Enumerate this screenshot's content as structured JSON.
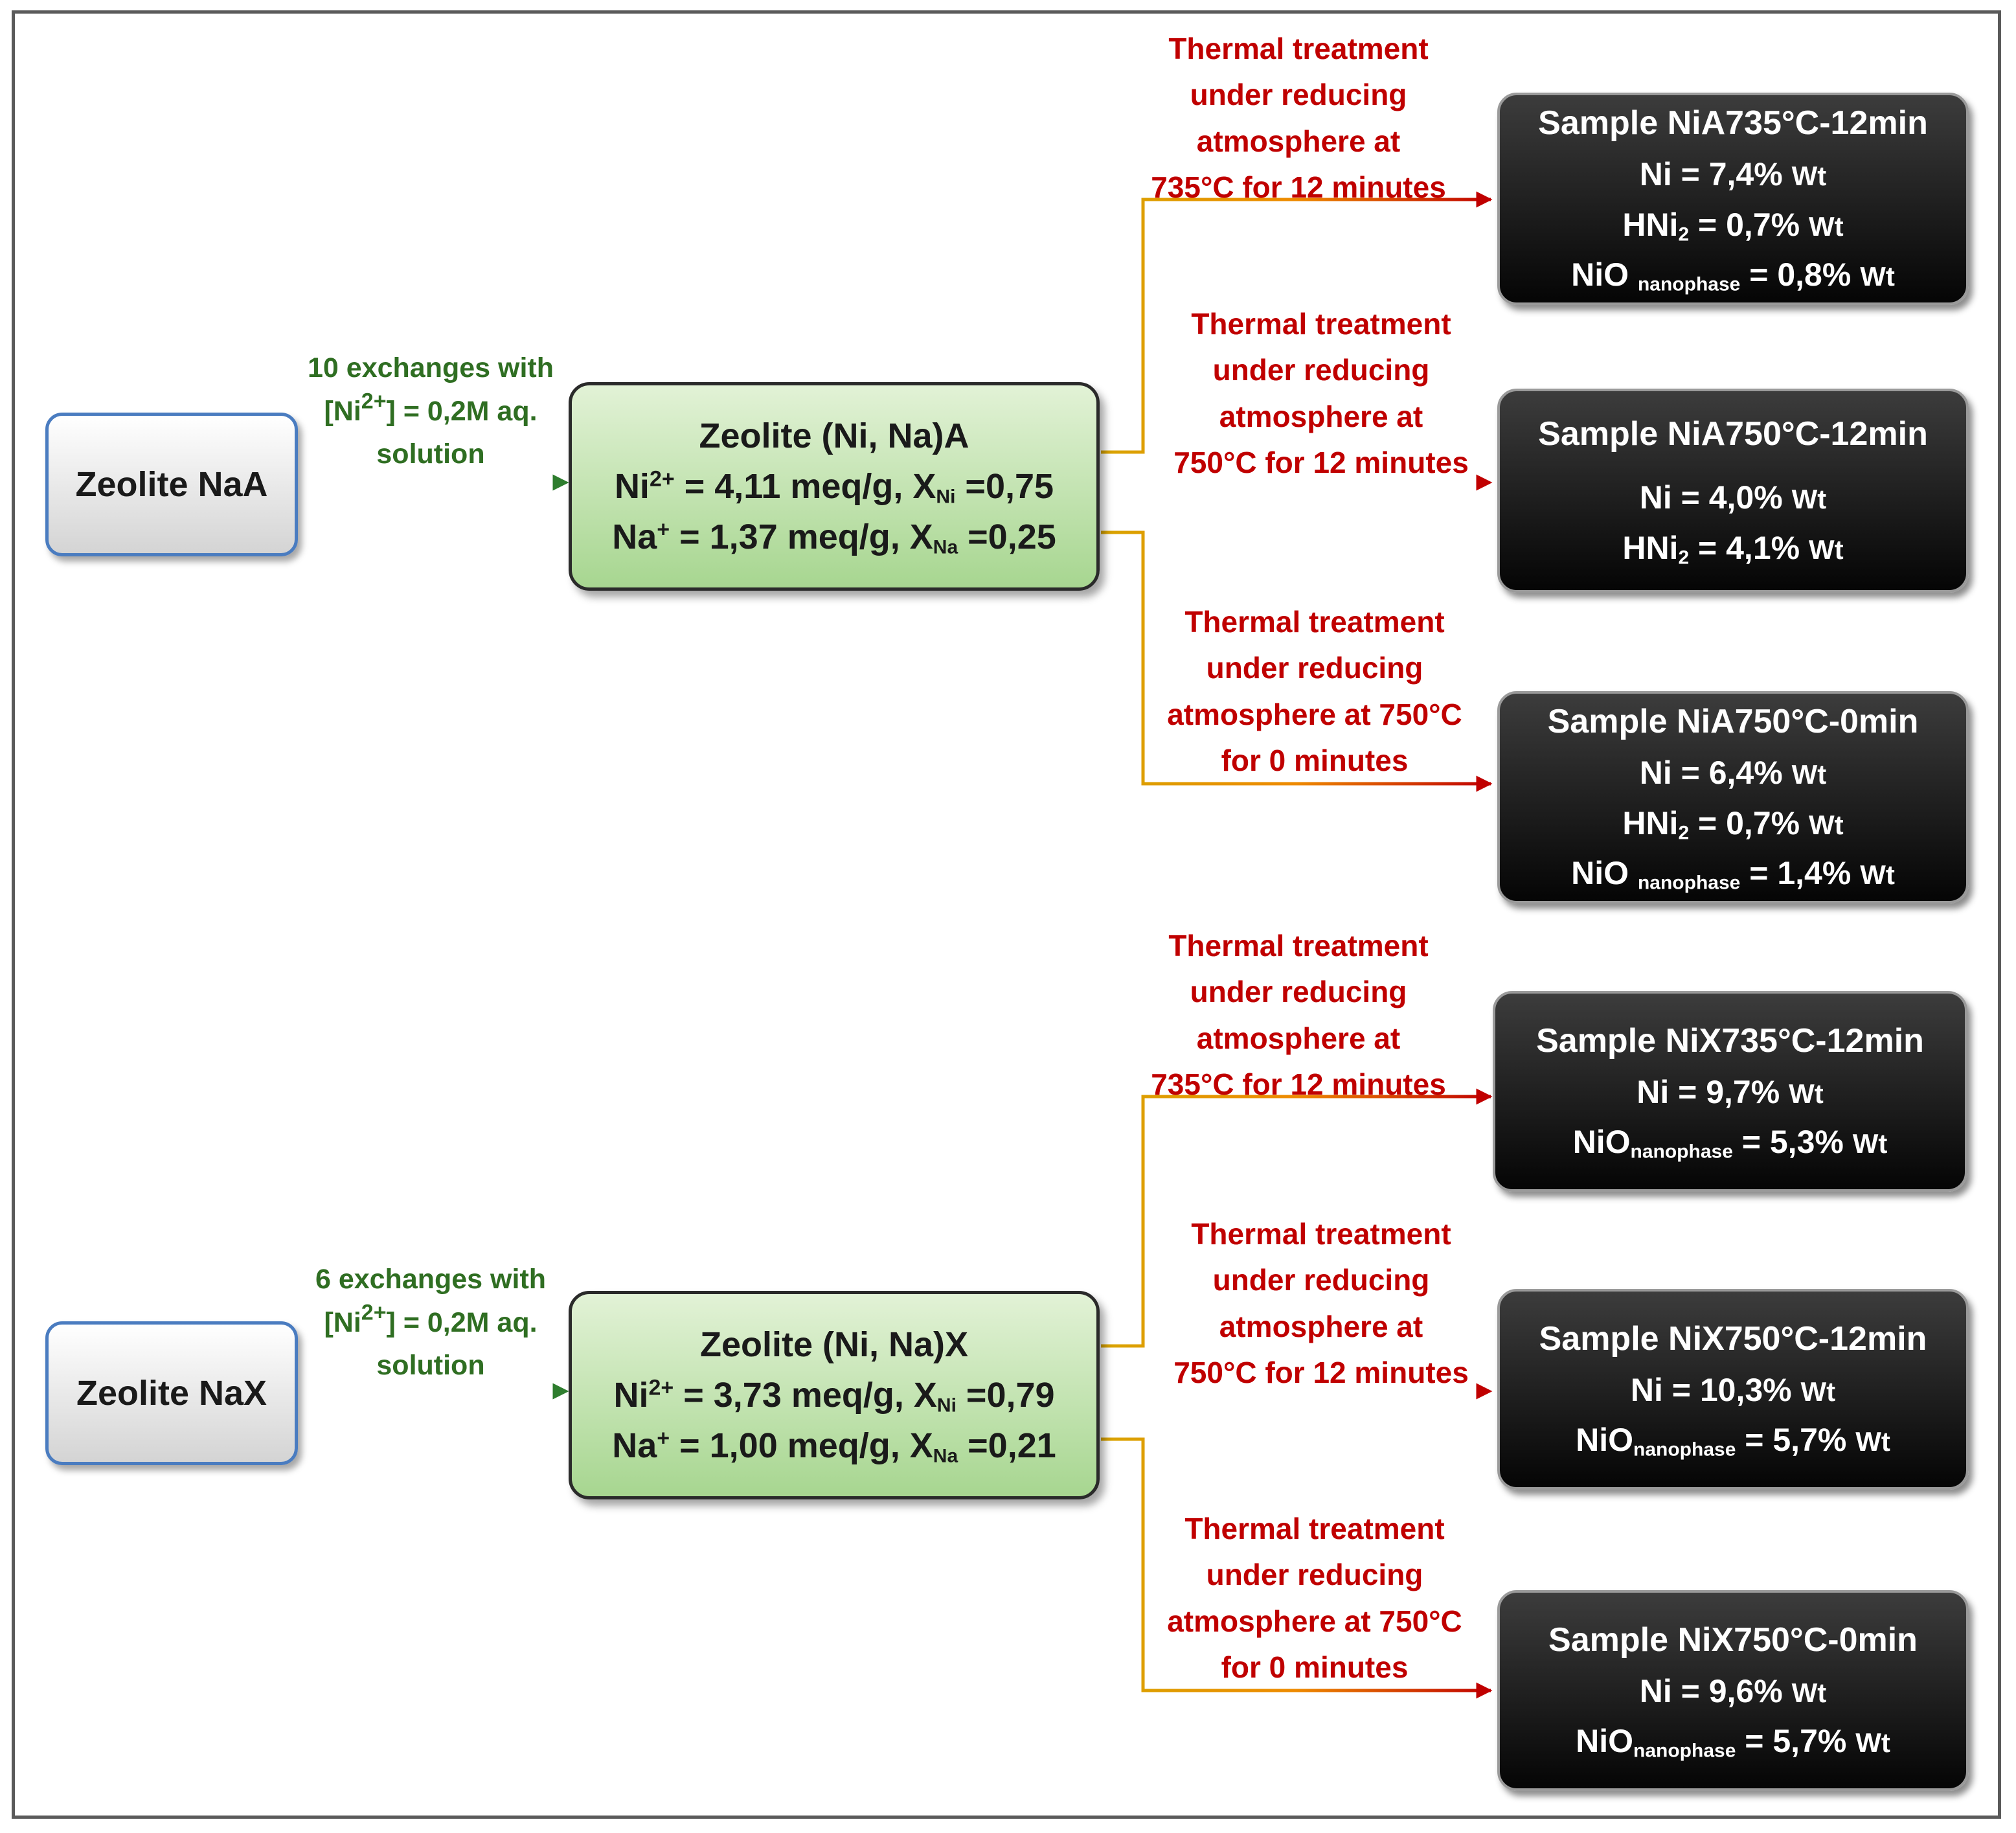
{
  "colors": {
    "exchange_text": "#2f6e22",
    "thermal_text": "#c00000",
    "source_border": "#4a7cc0",
    "zeolite_fill": "#a7d690",
    "result_fill": "#050505",
    "link_blue": "#4a86d0",
    "link_green": "#2e7d2e",
    "link_gold": "#d9a400",
    "link_orange": "#ee8a00",
    "link_red": "#c00000"
  },
  "sources": [
    {
      "label": "Zeolite NaA"
    },
    {
      "label": "Zeolite NaX"
    }
  ],
  "exchanges": [
    {
      "line1": "10 exchanges with",
      "line2_prefix": "[Ni",
      "line2_sup": "2+",
      "line2_suffix": "] = 0,2M aq.",
      "line3": "solution"
    },
    {
      "line1": "6 exchanges with",
      "line2_prefix": "[Ni",
      "line2_sup": "2+",
      "line2_suffix": "] = 0,2M aq.",
      "line3": "solution"
    }
  ],
  "zeolites": [
    {
      "title": "Zeolite (Ni, Na)A",
      "ni_prefix": "Ni",
      "ni_sup": "2+",
      "ni_value": " = 4,11 meq/g, X",
      "ni_sub": "Ni",
      "ni_frac": " =0,75",
      "na_prefix": "Na",
      "na_sup": "+",
      "na_value": " = 1,37 meq/g, X",
      "na_sub": "Na",
      "na_frac": " =0,25"
    },
    {
      "title": "Zeolite (Ni, Na)X",
      "ni_prefix": "Ni",
      "ni_sup": "2+",
      "ni_value": " = 3,73 meq/g, X",
      "ni_sub": "Ni",
      "ni_frac": " =0,79",
      "na_prefix": "Na",
      "na_sup": "+",
      "na_value": " = 1,00 meq/g, X",
      "na_sub": "Na",
      "na_frac": " =0,21"
    }
  ],
  "treatments": [
    {
      "lines": [
        "Thermal treatment",
        "under reducing",
        "atmosphere at",
        "735°C for 12 minutes"
      ]
    },
    {
      "lines": [
        "Thermal treatment",
        "under reducing",
        "atmosphere at",
        "750°C for 12 minutes"
      ]
    },
    {
      "lines": [
        "Thermal treatment",
        "under reducing",
        "atmosphere at 750°C",
        "for 0 minutes"
      ]
    },
    {
      "lines": [
        "Thermal treatment",
        "under reducing",
        "atmosphere at",
        "735°C for 12 minutes"
      ]
    },
    {
      "lines": [
        "Thermal treatment",
        "under reducing",
        "atmosphere at",
        "750°C for 12 minutes"
      ]
    },
    {
      "lines": [
        "Thermal treatment",
        "under reducing",
        "atmosphere at 750°C",
        "for 0 minutes"
      ]
    }
  ],
  "unit": "Wt",
  "samples": [
    {
      "title": "Sample NiA735°C-12min",
      "ni": "Ni = 7,4%",
      "hni_main": "HNi",
      "hni_sub": "2",
      "hni_val": " = 0,7%",
      "nio_main": "NiO",
      "nio_sub": "nanophase",
      "nio_val": " = 0,8%"
    },
    {
      "title": "Sample NiA750°C-12min",
      "ni": "Ni = 4,0%",
      "hni_main": "HNi",
      "hni_sub": "2",
      "hni_val": " = 4,1%"
    },
    {
      "title": "Sample NiA750°C-0min",
      "ni": "Ni = 6,4%",
      "hni_main": "HNi",
      "hni_sub": "2",
      "hni_val": " = 0,7%",
      "nio_main": "NiO",
      "nio_sub": "nanophase",
      "nio_val": " = 1,4%"
    },
    {
      "title": "Sample NiX735°C-12min",
      "ni": "Ni = 9,7%",
      "nio_main": "NiO",
      "nio_sub": "nanophase",
      "nio_val": " =  5,3%"
    },
    {
      "title": "Sample NiX750°C-12min",
      "ni": "Ni = 10,3%",
      "nio_main": "NiO",
      "nio_sub": "nanophase",
      "nio_val": " =  5,7%"
    },
    {
      "title": "Sample NiX750°C-0min",
      "ni": "Ni = 9,6%",
      "nio_main": "NiO",
      "nio_sub": "nanophase",
      "nio_val": " =  5,7%"
    }
  ]
}
